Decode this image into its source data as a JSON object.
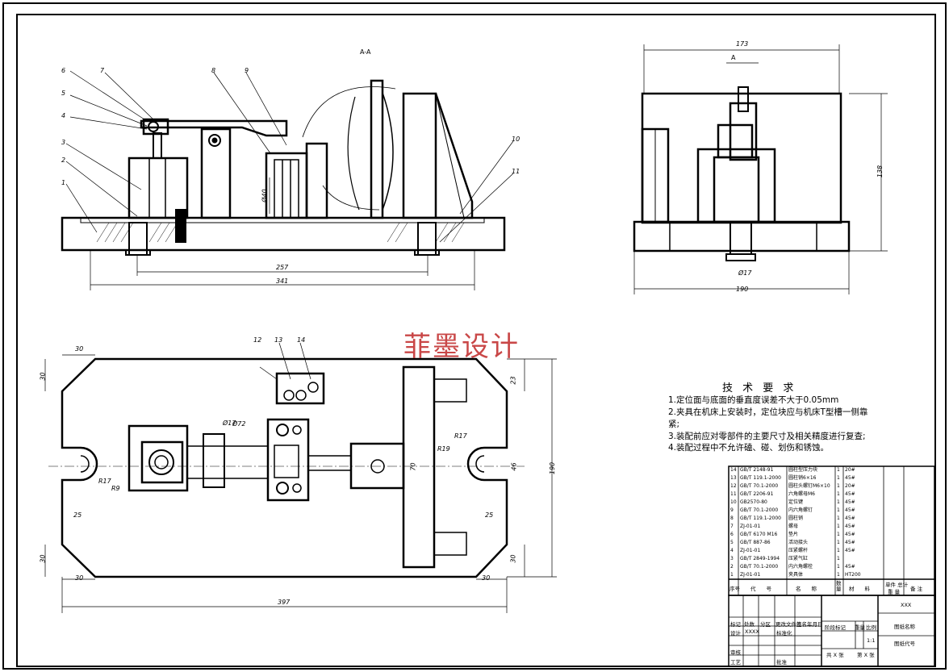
{
  "section_label": "A-A",
  "view_mark": "A",
  "watermark": "菲墨设计",
  "requirements": {
    "title": "技 术 要 求",
    "items": [
      "1.定位面与底面的垂直度误差不大于0.05mm",
      "2.夹具在机床上安装时，定位块应与机床T型槽一侧靠",
      "紧;",
      "3.装配前应对零部件的主要尺寸及相关精度进行复查;",
      "4.装配过程中不允许磕、碰、划伤和锈蚀。"
    ]
  },
  "balloons": [
    "1",
    "2",
    "3",
    "4",
    "5",
    "6",
    "7",
    "8",
    "9",
    "10",
    "11",
    "12",
    "13",
    "14"
  ],
  "dimensions": {
    "front": [
      "257",
      "341",
      "Ø40"
    ],
    "side": [
      "173",
      "138",
      "190",
      "Ø17"
    ],
    "plan": [
      "30",
      "30",
      "30",
      "30",
      "25",
      "25",
      "R17",
      "R9",
      "Ø17",
      "Ø72",
      "R19",
      "R17",
      "23",
      "30",
      "30",
      "46",
      "70",
      "190",
      "397"
    ]
  },
  "bom": {
    "rows": [
      {
        "no": "14",
        "code": "GB/T 2148-91",
        "name": "圆柱型压力块",
        "qty": "1",
        "mat": "20#"
      },
      {
        "no": "13",
        "code": "GB/T 119.1-2000",
        "name": "圆柱销6×16",
        "qty": "1",
        "mat": "45#"
      },
      {
        "no": "12",
        "code": "GB/T 70.1-2000",
        "name": "圆柱头螺钉M6×10",
        "qty": "1",
        "mat": "20#"
      },
      {
        "no": "11",
        "code": "GB/T 2206-91",
        "name": "六角螺母M6",
        "qty": "1",
        "mat": "45#"
      },
      {
        "no": "10",
        "code": "GB2570-80",
        "name": "定位键",
        "qty": "1",
        "mat": "45#"
      },
      {
        "no": "9",
        "code": "GB/T 70.1-2000",
        "name": "内六角螺钉",
        "qty": "1",
        "mat": "45#"
      },
      {
        "no": "8",
        "code": "GB/T 119.1-2000",
        "name": "圆柱销",
        "qty": "1",
        "mat": "45#"
      },
      {
        "no": "7",
        "code": "ZJ-01-01",
        "name": "螺母",
        "qty": "1",
        "mat": "45#"
      },
      {
        "no": "6",
        "code": "GB/T 6170 M16",
        "name": "垫片",
        "qty": "1",
        "mat": "45#"
      },
      {
        "no": "5",
        "code": "GB/T 887-86",
        "name": "活动接头",
        "qty": "1",
        "mat": "45#"
      },
      {
        "no": "4",
        "code": "ZJ-01-01",
        "name": "压紧螺杆",
        "qty": "1",
        "mat": "45#"
      },
      {
        "no": "3",
        "code": "GB/T 2849-1994",
        "name": "压紧气缸",
        "qty": "1",
        "mat": ""
      },
      {
        "no": "2",
        "code": "GB/T 70.1-2000",
        "name": "内六角螺栓",
        "qty": "1",
        "mat": "45#"
      },
      {
        "no": "1",
        "code": "ZJ-01-01",
        "name": "夹具体",
        "qty": "1",
        "mat": "HT200"
      }
    ],
    "header": {
      "no": "序号",
      "code": "代　　号",
      "name": "名　　称",
      "qty": "数量",
      "mat": "材　　料",
      "weight": "单件 总计",
      "weight_label": "重 量",
      "note": "备 注"
    }
  },
  "title_block": {
    "company": "XXX",
    "drawing_name": "图纸名称",
    "drawing_code": "图纸代号",
    "scale_label": "比例",
    "scale": "1:1",
    "weight_label": "重量",
    "stage_label": "阶段标记",
    "sheet_left": "共 X 张",
    "sheet_right": "第 X 张",
    "rows": [
      "标记",
      "设计",
      "审核",
      "工艺"
    ],
    "row_extra": [
      "处数",
      "分区",
      "更改文件号",
      "签名",
      "年月日"
    ],
    "designer": "XXXX",
    "std": "标准化",
    "approve": "批准"
  }
}
